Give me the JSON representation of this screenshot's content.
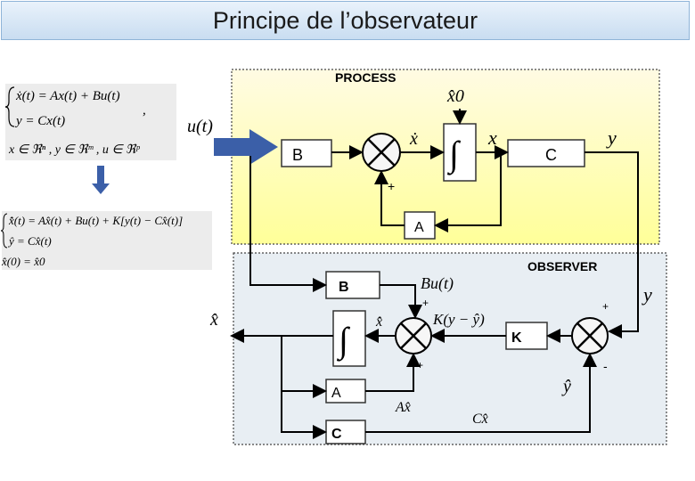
{
  "title": "Principe de l’observateur",
  "process": {
    "label": "PROCESS",
    "b_label": "B",
    "c_label": "C",
    "a_label": "A",
    "plus": "+",
    "input": "u(t)",
    "x0": "x̂0",
    "xdot": "ẋ",
    "x": "x",
    "y": "y",
    "integrator": "∫"
  },
  "equations_process": {
    "line1": "ẋ(t) = Ax(t) + Bu(t)",
    "comma": ",",
    "line2": "y = Cx(t)",
    "line3": "x ∈ ℜⁿ ,  y ∈ ℜᵐ ,  u ∈ ℜᵖ"
  },
  "equations_observer": {
    "line1": "x̂̇(t) = Ax̂(t) + Bu(t) + K[y(t) − Cx̂(t)]",
    "line2": "ŷ = Cx̂(t)",
    "line3": "x̂(0) = x̂0"
  },
  "observer": {
    "label": "OBSERVER",
    "b_label": "B",
    "a_label": "A",
    "c_label": "C",
    "k_label": "K",
    "integrator": "∫",
    "bu": "Bu(t)",
    "kterm": "K(y − ŷ)",
    "xhat": "x̂",
    "xhatdot": "x̂̇",
    "axhat": "Ax̂",
    "cxhat": "Cx̂",
    "yhat": "ŷ",
    "y": "y",
    "plus": "+",
    "minus": "-"
  },
  "colors": {
    "process_bg": "#ffffc4",
    "observer_bg": "#e8eef3",
    "equation_bg": "#ececec",
    "arrow": "#3b5fa8"
  }
}
